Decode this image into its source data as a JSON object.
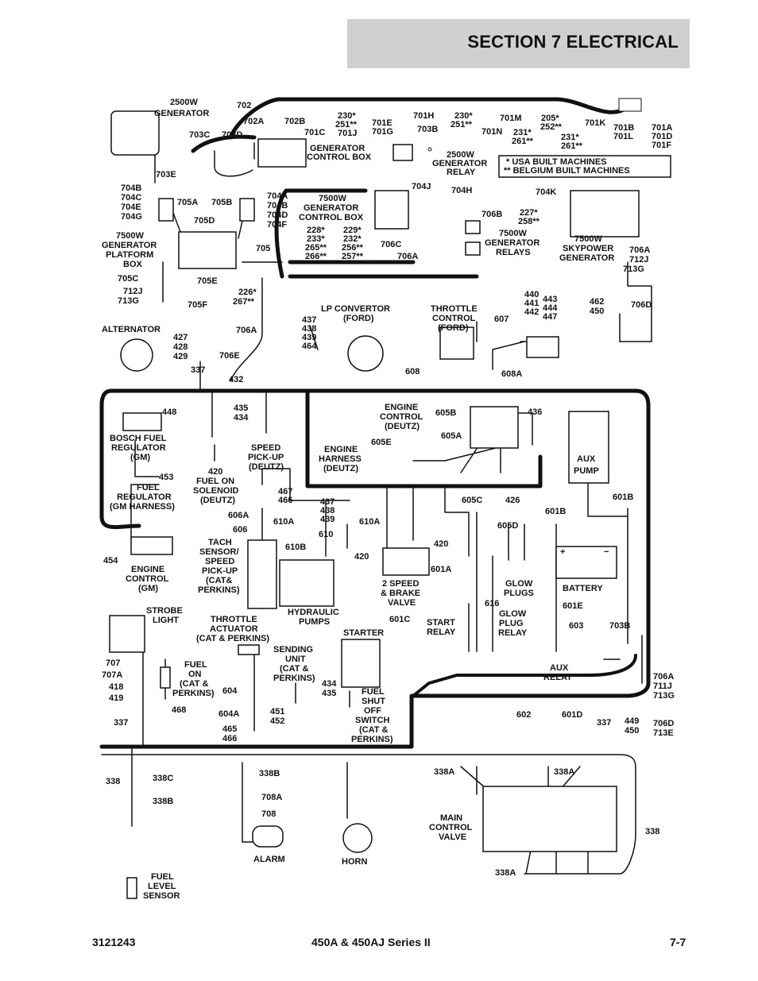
{
  "header": {
    "section_title": "SECTION 7   ELECTRICAL"
  },
  "footer": {
    "doc_number": "3121243",
    "series": "450A & 450AJ Series II",
    "page_number": "7-7"
  },
  "legend": {
    "usa": "*  USA BUILT MACHINES",
    "belgium": "** BELGIUM BUILT MACHINES"
  },
  "components": [
    "2500W GENERATOR",
    "GENERATOR CONTROL BOX",
    "2500W GENERATOR RELAY",
    "7500W GENERATOR PLATFORM BOX",
    "7500W GENERATOR CONTROL BOX",
    "7500W GENERATOR RELAYS",
    "7500W SKYPOWER GENERATOR",
    "ALTERNATOR",
    "LP CONVERTOR (FORD)",
    "THROTTLE CONTROL (FORD)",
    "BOSCH FUEL REGULATOR (GM)",
    "SPEED PICK-UP (DEUTZ)",
    "FUEL ON SOLENOID (DEUTZ)",
    "FUEL REGULATOR (GM HARNESS)",
    "ENGINE CONTROL (DEUTZ)",
    "ENGINE HARNESS (DEUTZ)",
    "AUX PUMP",
    "ENGINE CONTROL (GM)",
    "TACH SENSOR/ SPEED PICK-UP (CAT& PERKINS)",
    "HYDRAULIC PUMPS",
    "2 SPEED & BRAKE VALVE",
    "BATTERY",
    "GLOW PLUGS",
    "GLOW PLUG RELAY",
    "STROBE LIGHT",
    "THROTTLE ACTUATOR (CAT & PERKINS)",
    "STARTER",
    "START RELAY",
    "SENDING UNIT (CAT & PERKINS)",
    "FUEL ON (CAT & PERKINS)",
    "FUEL SHUT OFF SWITCH (CAT & PERKINS)",
    "AUX RELAY",
    "FUEL LEVEL SENSOR",
    "ALARM",
    "HORN",
    "MAIN CONTROL VALVE"
  ]
}
